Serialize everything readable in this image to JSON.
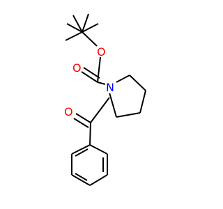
{
  "diagram": {
    "type": "skeletal-formula",
    "atoms": {
      "ester_oxygen": {
        "label": "O",
        "color": "#ff0000"
      },
      "carbonyl_oxygen_carbamate": {
        "label": "O",
        "color": "#ff0000"
      },
      "ring_nitrogen": {
        "label": "N",
        "color": "#0000ff"
      },
      "ketone_oxygen": {
        "label": "O",
        "color": "#ff0000"
      }
    },
    "colors": {
      "bond": "#000000",
      "oxygen": "#ff0000",
      "nitrogen": "#0000ff",
      "background": "#ffffff"
    }
  }
}
